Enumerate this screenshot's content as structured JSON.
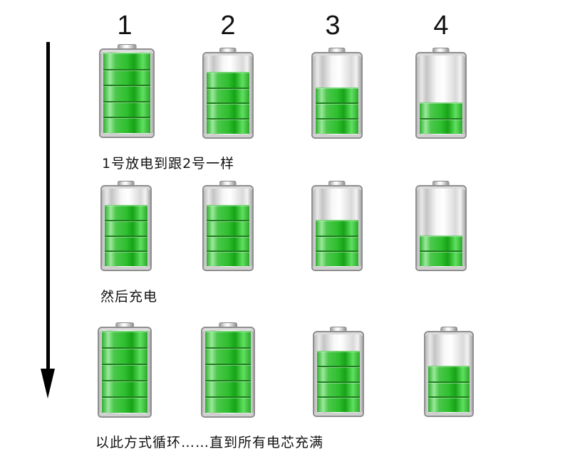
{
  "column_labels": [
    "1",
    "2",
    "3",
    "4"
  ],
  "captions": {
    "row1": "1号放电到跟2号一样",
    "row2": "然后充电",
    "row3": "以此方式循环……直到所有电芯充满"
  },
  "arrow": {
    "direction": "down",
    "color": "#000000"
  },
  "colors": {
    "fill_green": "#2fbf2f",
    "shell_silver": "#d9d9d9"
  },
  "rows": [
    {
      "batteries": [
        {
          "column": "1",
          "bars": 5,
          "max_bars": 5
        },
        {
          "column": "2",
          "bars": 4,
          "max_bars": 5
        },
        {
          "column": "3",
          "bars": 3,
          "max_bars": 5
        },
        {
          "column": "4",
          "bars": 2,
          "max_bars": 5
        }
      ]
    },
    {
      "batteries": [
        {
          "column": "1",
          "bars": 4,
          "max_bars": 5
        },
        {
          "column": "2",
          "bars": 4,
          "max_bars": 5
        },
        {
          "column": "3",
          "bars": 3,
          "max_bars": 5
        },
        {
          "column": "4",
          "bars": 2,
          "max_bars": 5
        }
      ]
    },
    {
      "batteries": [
        {
          "column": "1",
          "bars": 5,
          "max_bars": 5
        },
        {
          "column": "2",
          "bars": 5,
          "max_bars": 5
        },
        {
          "column": "3",
          "bars": 4,
          "max_bars": 5
        },
        {
          "column": "4",
          "bars": 3,
          "max_bars": 5
        }
      ]
    }
  ]
}
